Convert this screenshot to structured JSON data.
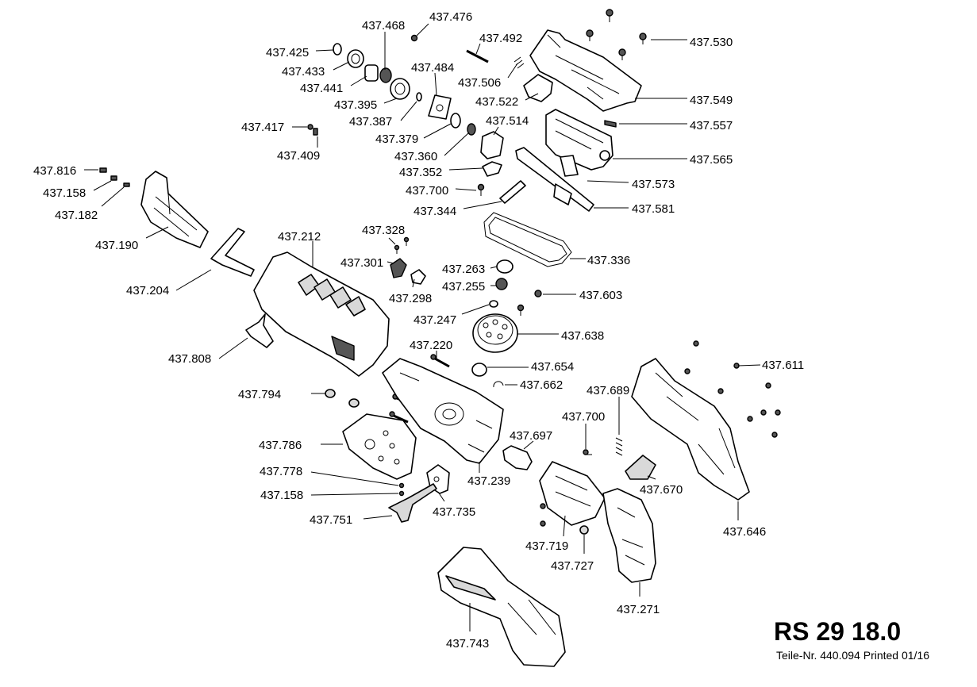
{
  "title": "RS 29 18.0",
  "footer": {
    "part_number": "Teile-Nr. 440.094",
    "printed": "Printed 01/16"
  },
  "labels": [
    {
      "id": "p437476",
      "text": "437.476"
    },
    {
      "id": "p437468",
      "text": "437.468"
    },
    {
      "id": "p437492",
      "text": "437.492"
    },
    {
      "id": "p437530",
      "text": "437.530"
    },
    {
      "id": "p437425",
      "text": "437.425"
    },
    {
      "id": "p437433",
      "text": "437.433"
    },
    {
      "id": "p437484",
      "text": "437.484"
    },
    {
      "id": "p437441",
      "text": "437.441"
    },
    {
      "id": "p437506",
      "text": "437.506"
    },
    {
      "id": "p437395",
      "text": "437.395"
    },
    {
      "id": "p437522",
      "text": "437.522"
    },
    {
      "id": "p437549",
      "text": "437.549"
    },
    {
      "id": "p437387",
      "text": "437.387"
    },
    {
      "id": "p437514",
      "text": "437.514"
    },
    {
      "id": "p437417",
      "text": "437.417"
    },
    {
      "id": "p437557",
      "text": "437.557"
    },
    {
      "id": "p437379",
      "text": "437.379"
    },
    {
      "id": "p437409",
      "text": "437.409"
    },
    {
      "id": "p437360",
      "text": "437.360"
    },
    {
      "id": "p437565",
      "text": "437.565"
    },
    {
      "id": "p437816",
      "text": "437.816"
    },
    {
      "id": "p437352",
      "text": "437.352"
    },
    {
      "id": "p437158a",
      "text": "437.158"
    },
    {
      "id": "p437573",
      "text": "437.573"
    },
    {
      "id": "p437700a",
      "text": "437.700"
    },
    {
      "id": "p437182",
      "text": "437.182"
    },
    {
      "id": "p437344",
      "text": "437.344"
    },
    {
      "id": "p437581",
      "text": "437.581"
    },
    {
      "id": "p437328",
      "text": "437.328"
    },
    {
      "id": "p437212",
      "text": "437.212"
    },
    {
      "id": "p437190",
      "text": "437.190"
    },
    {
      "id": "p437336",
      "text": "437.336"
    },
    {
      "id": "p437301",
      "text": "437.301"
    },
    {
      "id": "p437263",
      "text": "437.263"
    },
    {
      "id": "p437204",
      "text": "437.204"
    },
    {
      "id": "p437255",
      "text": "437.255"
    },
    {
      "id": "p437298",
      "text": "437.298"
    },
    {
      "id": "p437603",
      "text": "437.603"
    },
    {
      "id": "p437247",
      "text": "437.247"
    },
    {
      "id": "p437638",
      "text": "437.638"
    },
    {
      "id": "p437808",
      "text": "437.808"
    },
    {
      "id": "p437220",
      "text": "437.220"
    },
    {
      "id": "p437611",
      "text": "437.611"
    },
    {
      "id": "p437654",
      "text": "437.654"
    },
    {
      "id": "p437662",
      "text": "437.662"
    },
    {
      "id": "p437689",
      "text": "437.689"
    },
    {
      "id": "p437794",
      "text": "437.794"
    },
    {
      "id": "p437700b",
      "text": "437.700"
    },
    {
      "id": "p437697",
      "text": "437.697"
    },
    {
      "id": "p437786",
      "text": "437.786"
    },
    {
      "id": "p437239",
      "text": "437.239"
    },
    {
      "id": "p437778",
      "text": "437.778"
    },
    {
      "id": "p437670",
      "text": "437.670"
    },
    {
      "id": "p437158b",
      "text": "437.158"
    },
    {
      "id": "p437735",
      "text": "437.735"
    },
    {
      "id": "p437751",
      "text": "437.751"
    },
    {
      "id": "p437646",
      "text": "437.646"
    },
    {
      "id": "p437719",
      "text": "437.719"
    },
    {
      "id": "p437727",
      "text": "437.727"
    },
    {
      "id": "p437271",
      "text": "437.271"
    },
    {
      "id": "p437743",
      "text": "437.743"
    }
  ]
}
